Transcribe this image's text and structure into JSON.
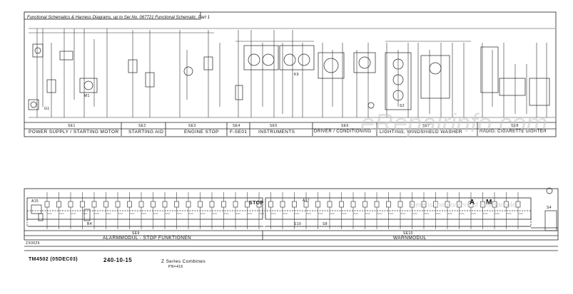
{
  "header": {
    "title": "Functional Schematics & Harness Diagrams, up to Ser.No. 067721 Functional Schematic, Part 1"
  },
  "upper_sections": [
    {
      "code": "SE1",
      "name": "POWER SUPPLY / STARTING MOTOR"
    },
    {
      "code": "SE2",
      "name": "STARTING AID"
    },
    {
      "code": "SE3",
      "name": "ENGINE STOP"
    },
    {
      "code": "SE4",
      "name": "F-SE01"
    },
    {
      "code": "SE5",
      "name": "INSTRUMENTS"
    },
    {
      "code": "SE6",
      "name": "DRIVER / CONDITIONING"
    },
    {
      "code": "SE7",
      "name": "LIGHTING, WINDSHIELD WASHER"
    },
    {
      "code": "SE8",
      "name": "RADIO, CIGARETTE LIGHTER"
    }
  ],
  "lower_sections": [
    {
      "code": "SE9",
      "name": "ALARMMODUL - STOP FUNKTIONEN"
    },
    {
      "code": "SE10",
      "name": "WARNMODUL"
    }
  ],
  "stop_label": "STOP",
  "a_label": "A",
  "m_label": "M",
  "component_labels": {
    "a15": "A15",
    "a17": "A17",
    "b4": "B4",
    "s10": "S10",
    "s8": "S8",
    "g1": "G1",
    "m1": "M1",
    "s4": "S4",
    "k9": "K9",
    "s2": "S2"
  },
  "footer": {
    "doc_code": "TM4502 (05DEC03)",
    "page": "240-10-15",
    "series": "Z Series Combines",
    "small_code": "PN=416",
    "left_mark": "ZX0026"
  },
  "watermarks": {
    "main": "eRepairinfo.com",
    "sub": "Here is the content of this sample"
  }
}
